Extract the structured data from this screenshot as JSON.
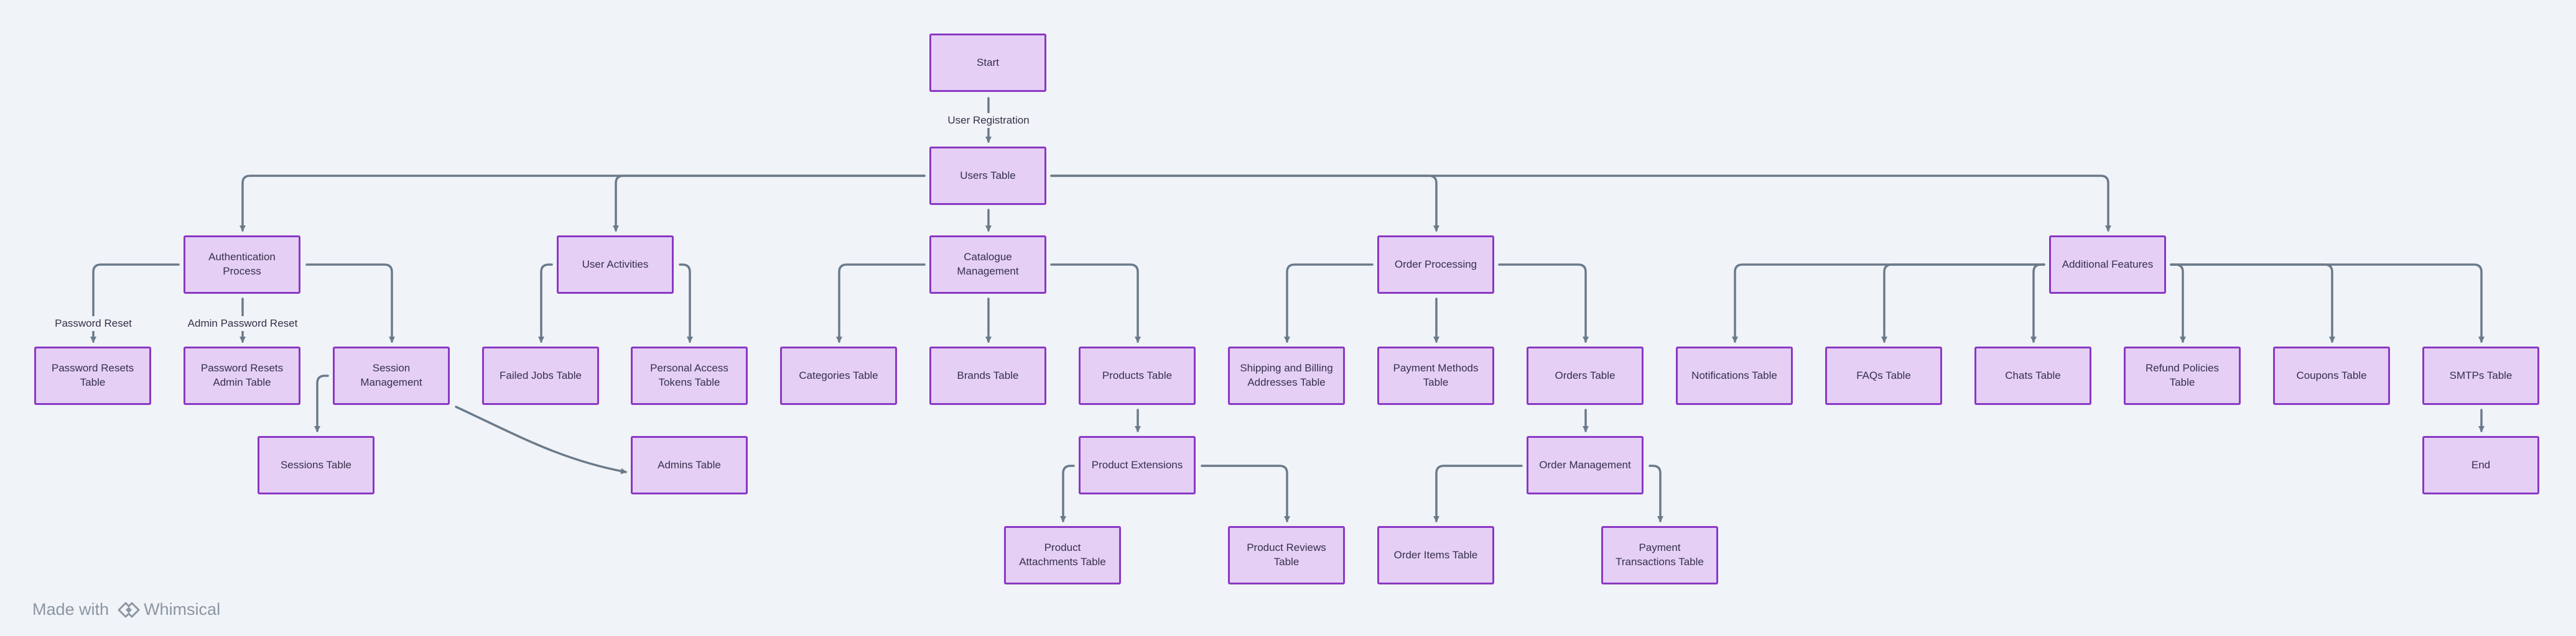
{
  "nodes": {
    "start": "Start",
    "users_table": "Users Table",
    "authentication_process": "Authentication Process",
    "user_activities": "User Activities",
    "catalogue_management": "Catalogue Management",
    "order_processing": "Order Processing",
    "additional_features": "Additional Features",
    "password_resets_table": "Password Resets Table",
    "password_resets_admin_table": "Password Resets Admin Table",
    "session_management": "Session Management",
    "failed_jobs_table": "Failed Jobs Table",
    "personal_access_tokens_table": "Personal Access Tokens Table",
    "categories_table": "Categories Table",
    "brands_table": "Brands Table",
    "products_table": "Products Table",
    "shipping_billing_addresses_table": "Shipping and Billing Addresses Table",
    "payment_methods_table": "Payment Methods Table",
    "orders_table": "Orders Table",
    "notifications_table": "Notifications Table",
    "faqs_table": "FAQs Table",
    "chats_table": "Chats Table",
    "refund_policies_table": "Refund Policies Table",
    "coupons_table": "Coupons Table",
    "smtps_table": "SMTPs Table",
    "sessions_table": "Sessions Table",
    "admins_table": "Admins Table",
    "product_extensions": "Product Extensions",
    "order_management": "Order Management",
    "end": "End",
    "product_attachments_table": "Product Attachments Table",
    "product_reviews_table": "Product Reviews Table",
    "order_items_table": "Order Items Table",
    "payment_transactions_table": "Payment Transactions Table"
  },
  "edge_labels": {
    "user_registration": "User Registration",
    "password_reset": "Password Reset",
    "admin_password_reset": "Admin Password Reset"
  },
  "edges": [
    [
      "start",
      "users_table",
      "user_registration"
    ],
    [
      "users_table",
      "authentication_process",
      null
    ],
    [
      "users_table",
      "user_activities",
      null
    ],
    [
      "users_table",
      "catalogue_management",
      null
    ],
    [
      "users_table",
      "order_processing",
      null
    ],
    [
      "users_table",
      "additional_features",
      null
    ],
    [
      "authentication_process",
      "password_resets_table",
      "password_reset"
    ],
    [
      "authentication_process",
      "password_resets_admin_table",
      "admin_password_reset"
    ],
    [
      "authentication_process",
      "session_management",
      null
    ],
    [
      "user_activities",
      "failed_jobs_table",
      null
    ],
    [
      "user_activities",
      "personal_access_tokens_table",
      null
    ],
    [
      "catalogue_management",
      "categories_table",
      null
    ],
    [
      "catalogue_management",
      "brands_table",
      null
    ],
    [
      "catalogue_management",
      "products_table",
      null
    ],
    [
      "order_processing",
      "shipping_billing_addresses_table",
      null
    ],
    [
      "order_processing",
      "payment_methods_table",
      null
    ],
    [
      "order_processing",
      "orders_table",
      null
    ],
    [
      "additional_features",
      "notifications_table",
      null
    ],
    [
      "additional_features",
      "faqs_table",
      null
    ],
    [
      "additional_features",
      "chats_table",
      null
    ],
    [
      "additional_features",
      "refund_policies_table",
      null
    ],
    [
      "additional_features",
      "coupons_table",
      null
    ],
    [
      "additional_features",
      "smtps_table",
      null
    ],
    [
      "session_management",
      "sessions_table",
      null
    ],
    [
      "session_management",
      "admins_table",
      null
    ],
    [
      "products_table",
      "product_extensions",
      null
    ],
    [
      "orders_table",
      "order_management",
      null
    ],
    [
      "smtps_table",
      "end",
      null
    ],
    [
      "product_extensions",
      "product_attachments_table",
      null
    ],
    [
      "product_extensions",
      "product_reviews_table",
      null
    ],
    [
      "order_management",
      "order_items_table",
      null
    ],
    [
      "order_management",
      "payment_transactions_table",
      null
    ]
  ],
  "watermark": {
    "made_with": "Made with",
    "brand": "Whimsical"
  },
  "colors": {
    "node_fill": "#e5cff5",
    "node_border": "#8a38c4",
    "edge": "#6b7a8a",
    "background": "#f0f3f7"
  }
}
